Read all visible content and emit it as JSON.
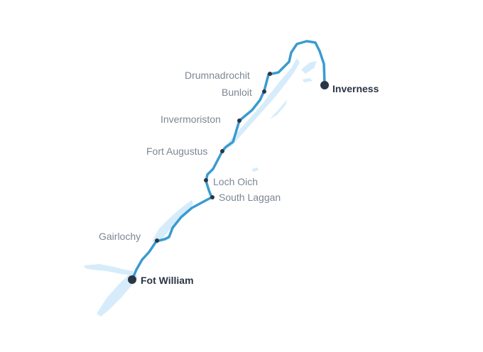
{
  "map": {
    "colors": {
      "route": "#3a9bd0",
      "water": "#d6ecfb",
      "stop": "#2b3545",
      "label": "#7d8794",
      "major_label": "#2b3545"
    },
    "stops": [
      {
        "name": "Inverness",
        "type": "major"
      },
      {
        "name": "Drumnadrochit",
        "type": "minor"
      },
      {
        "name": "Bunloit",
        "type": "minor"
      },
      {
        "name": "Invermoriston",
        "type": "minor"
      },
      {
        "name": "Fort Augustus",
        "type": "minor"
      },
      {
        "name": "Loch Oich",
        "type": "minor"
      },
      {
        "name": "South Laggan",
        "type": "minor"
      },
      {
        "name": "Gairlochy",
        "type": "minor"
      },
      {
        "name": "Fot William",
        "type": "major"
      }
    ]
  }
}
